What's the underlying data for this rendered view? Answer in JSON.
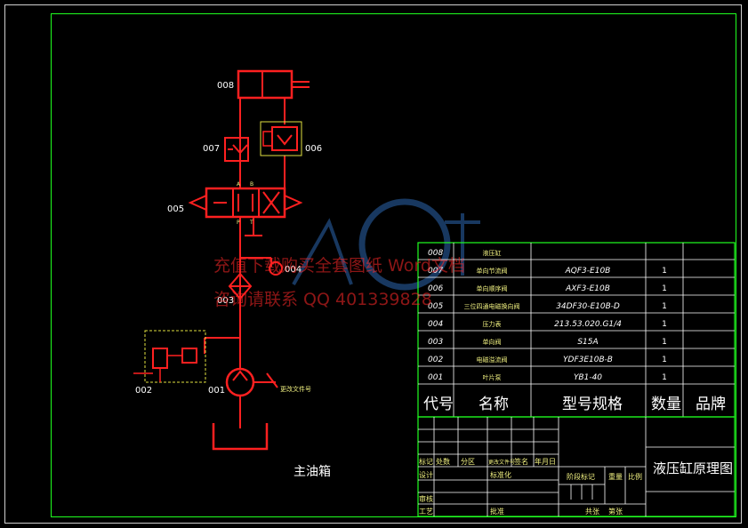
{
  "schematic": {
    "labels": {
      "c008": "008",
      "c007": "007",
      "c006": "006",
      "c005": "005",
      "c004": "004",
      "c003": "003",
      "c002": "002",
      "c001": "001",
      "port_a": "A",
      "port_b": "B",
      "port_p": "P",
      "port_t": "T",
      "motor_note": "更改文件号",
      "tank": "主油箱"
    }
  },
  "watermark": {
    "line1": "充值下载购买全套图纸 Word文档",
    "line2": "咨询请联系 QQ 401339828"
  },
  "bom": {
    "rows": [
      {
        "no": "008",
        "name": "液压缸",
        "spec": "",
        "qty": ""
      },
      {
        "no": "007",
        "name": "单向节流阀",
        "spec": "AQF3-E10B",
        "qty": "1"
      },
      {
        "no": "006",
        "name": "单向顺序阀",
        "spec": "AXF3-E10B",
        "qty": "1"
      },
      {
        "no": "005",
        "name": "三位四通电磁换向阀",
        "spec": "34DF30-E10B-D",
        "qty": "1"
      },
      {
        "no": "004",
        "name": "压力表",
        "spec": "213.53.020.G1/4",
        "qty": "1"
      },
      {
        "no": "003",
        "name": "单向阀",
        "spec": "S15A",
        "qty": "1"
      },
      {
        "no": "002",
        "name": "电磁溢流阀",
        "spec": "YDF3E10B-B",
        "qty": "1"
      },
      {
        "no": "001",
        "name": "叶片泵",
        "spec": "YB1-40",
        "qty": "1"
      }
    ],
    "header": {
      "no": "代号",
      "name": "名称",
      "spec": "型号规格",
      "qty": "数量",
      "brand": "品牌"
    }
  },
  "title_block": {
    "drawing_title": "液压缸原理图",
    "mark": "标记",
    "count": "处数",
    "zone": "分区",
    "change_no": "更改文件号",
    "sign": "签名",
    "date": "年月日",
    "design": "设计",
    "standard": "标准化",
    "stage_mark": "阶段标记",
    "weight": "重量",
    "ratio": "比例",
    "check": "审核",
    "process": "工艺",
    "approve": "批准",
    "sheets": "共张",
    "sheet_no": "第张"
  },
  "colors": {
    "line_red": "#ff2020",
    "frame_green": "#20ff20",
    "text_white": "#ffffff",
    "text_yellow": "#f0f080",
    "box_yellow": "#e0e040",
    "watermark_blue": "#3070c0"
  }
}
